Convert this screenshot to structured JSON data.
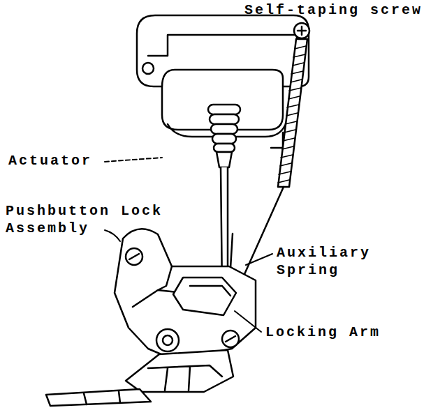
{
  "diagram": {
    "labels": [
      "Self-taping screw",
      "Actuator",
      "Pushbutton Lock Assembly",
      "Auxiliary Spring",
      "Locking Arm"
    ]
  }
}
